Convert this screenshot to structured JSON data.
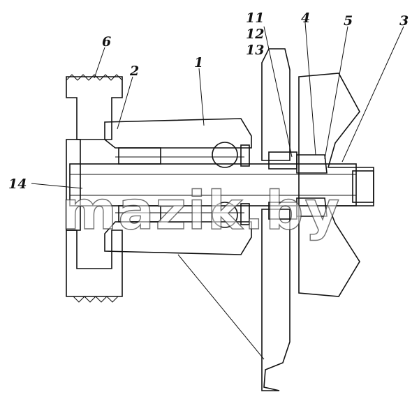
{
  "drawing": {
    "callouts": [
      {
        "id": "1",
        "label": "1"
      },
      {
        "id": "2",
        "label": "2"
      },
      {
        "id": "3",
        "label": "3"
      },
      {
        "id": "4",
        "label": "4"
      },
      {
        "id": "5",
        "label": "5"
      },
      {
        "id": "6",
        "label": "6"
      },
      {
        "id": "11",
        "label": "11"
      },
      {
        "id": "12",
        "label": "12"
      },
      {
        "id": "13",
        "label": "13"
      },
      {
        "id": "14",
        "label": "14"
      }
    ],
    "watermark": "mazik.by"
  },
  "colors": {
    "ink": "#111111",
    "background": "#ffffff"
  }
}
